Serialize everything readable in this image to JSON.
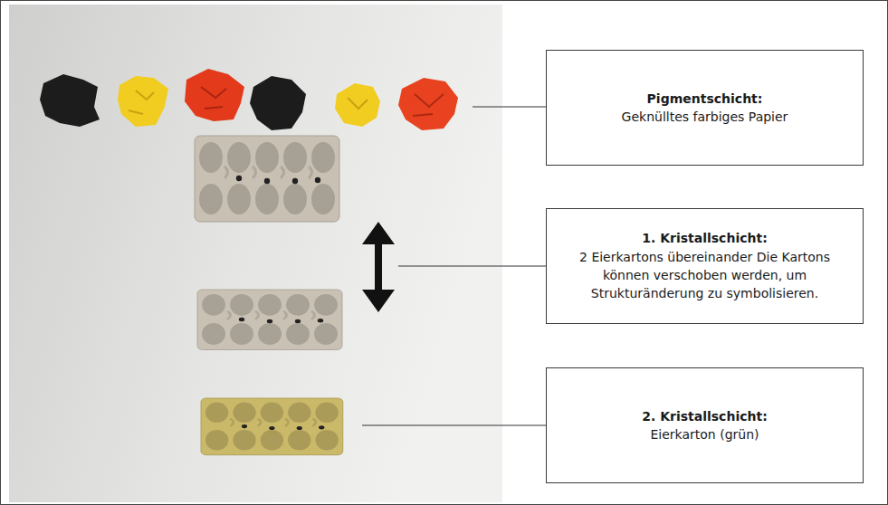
{
  "diagram": {
    "nodes": [
      {
        "text": [
          "Pigmentschicht:",
          "Geknülltes farbiges Papier"
        ]
      },
      {
        "text": [
          "1. Kristallschicht:",
          "2 Eierkartons übereinander Die Kartons können verschoben werden, um Strukturänderung zu symbolisieren."
        ]
      },
      {
        "text": [
          "2. Kristallschicht:",
          "Eierkarton (grün)"
        ]
      }
    ]
  }
}
